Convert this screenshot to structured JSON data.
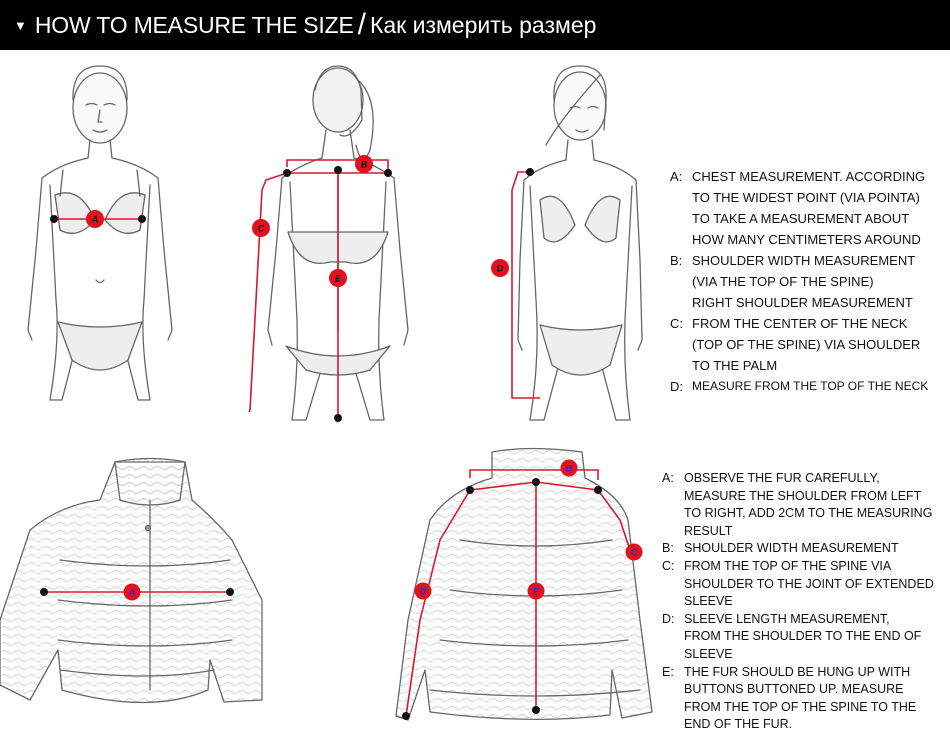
{
  "header": {
    "arrow_glyph": "▼",
    "title_en": "HOW TO MEASURE THE SIZE",
    "separator": "/",
    "title_ru": "Как измерить размер"
  },
  "marker_labels": {
    "a": "A",
    "b": "B",
    "c": "C",
    "d": "D",
    "e": "E"
  },
  "top_section": {
    "items": [
      {
        "key": "A:",
        "lines": [
          "CHEST MEASUREMENT. ACCORDING",
          "TO THE WIDEST POINT (VIA POINTA)",
          "TO TAKE A MEASUREMENT ABOUT",
          "HOW MANY CENTIMETERS AROUND"
        ]
      },
      {
        "key": "B:",
        "lines": [
          "SHOULDER WIDTH MEASUREMENT",
          "(VIA THE TOP OF THE SPINE)",
          "RIGHT SHOULDER MEASUREMENT"
        ]
      },
      {
        "key": "C:",
        "lines": [
          "FROM THE CENTER OF THE NECK",
          "(TOP OF THE SPINE) VIA SHOULDER",
          "TO THE PALM"
        ]
      },
      {
        "key": "D:",
        "lines": [
          "MEASURE FROM THE TOP OF THE NECK"
        ]
      }
    ]
  },
  "bottom_section": {
    "items": [
      {
        "key": "A:",
        "lines": [
          "OBSERVE THE FUR CAREFULLY,",
          "MEASURE THE SHOULDER FROM LEFT",
          "TO RIGHT,  ADD 2CM TO THE MEASURING",
          "RESULT"
        ]
      },
      {
        "key": "B:",
        "lines": [
          "SHOULDER WIDTH MEASUREMENT"
        ]
      },
      {
        "key": "C:",
        "lines": [
          "FROM THE TOP OF THE SPINE VIA",
          "SHOULDER TO THE JOINT OF EXTENDED",
          "SLEEVE"
        ]
      },
      {
        "key": "D:",
        "lines": [
          "SLEEVE LENGTH MEASUREMENT,",
          "FROM THE SHOULDER TO THE END OF",
          "SLEEVE"
        ]
      },
      {
        "key": "E:",
        "lines": [
          "THE FUR SHOULD BE HUNG UP WITH",
          "BUTTONS BUTTONED UP. MEASURE",
          "FROM THE TOP OF THE SPINE TO THE",
          "END OF THE FUR."
        ]
      }
    ]
  },
  "colors": {
    "header_bg": "#000000",
    "header_text": "#ffffff",
    "measure_line": "#d8182a",
    "marker_fill": "#e3101e",
    "marker_text_top": "#111111",
    "marker_text_bottom": "#2a2ad0",
    "sketch": "#555555"
  }
}
